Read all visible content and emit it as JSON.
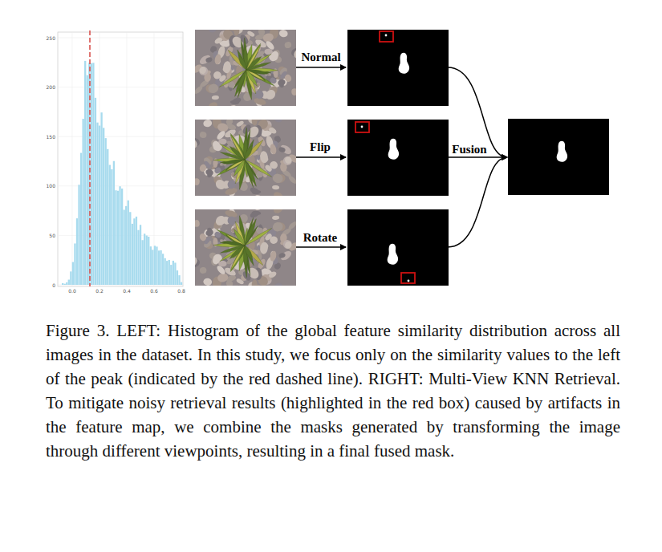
{
  "diagram": {
    "caption": "Figure 3. LEFT: Histogram of the global feature similarity distribution across all images in the dataset. In this study, we focus only on the similarity values to the left of the peak (indicated by the red dashed line). RIGHT: Multi-View KNN Retrieval. To mitigate noisy retrieval results (highlighted in the red box) caused by artifacts in the feature map, we combine the masks generated by transforming the image through different viewpoints, resulting in a final fused mask.",
    "labels": [
      "0",
      "50",
      "100",
      "150",
      "200",
      "250",
      "0.0",
      "0.2",
      "0.4",
      "0.6",
      "0.8",
      "Normal",
      "Flip",
      "Rotate",
      "Fusion"
    ]
  }
}
